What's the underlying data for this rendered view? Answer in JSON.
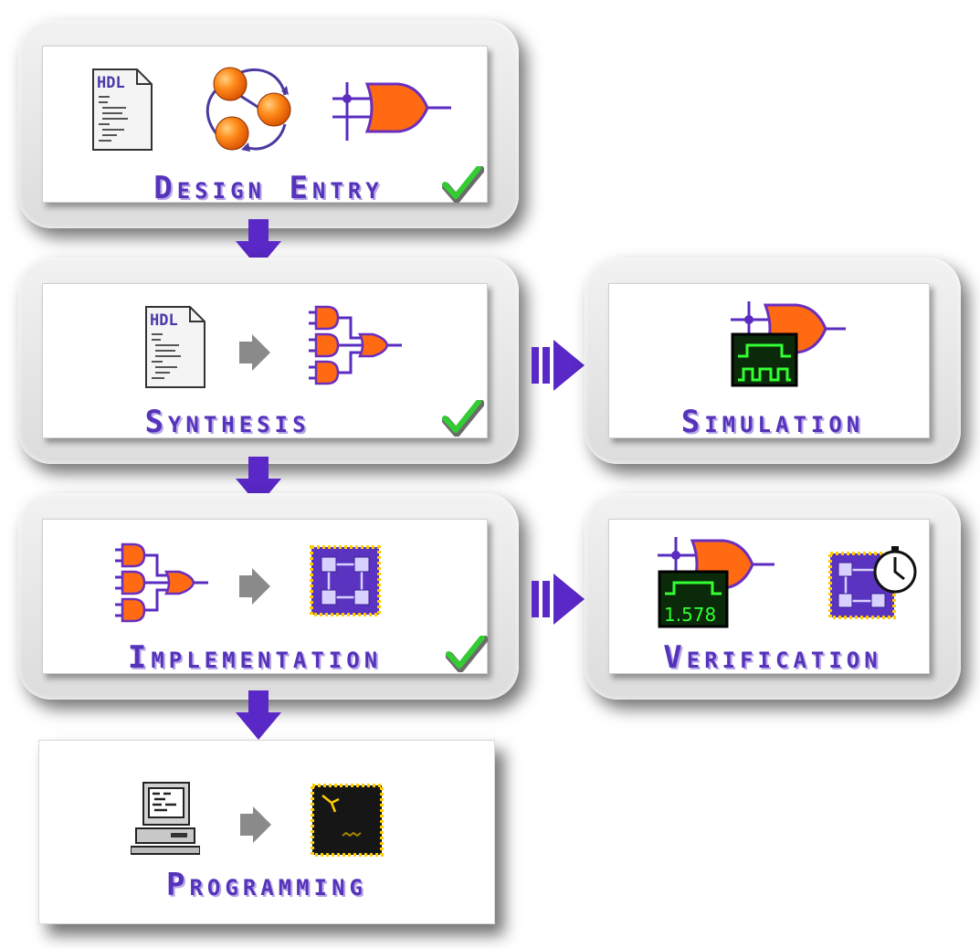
{
  "stages": {
    "design_entry": {
      "label": "Design Entry",
      "complete": true
    },
    "synthesis": {
      "label": "Synthesis",
      "complete": true
    },
    "simulation": {
      "label": "Simulation"
    },
    "implementation": {
      "label": "Implementation",
      "complete": true
    },
    "verification": {
      "label": "Verification"
    },
    "programming": {
      "label": "Programming"
    }
  },
  "icons": {
    "hdl_text": "HDL",
    "timing_value": "1.578"
  },
  "colors": {
    "label": "#5533bb",
    "gate_fill": "#ff6a13",
    "gate_outline": "#6a2fbf",
    "flow_arrow": "#5a28c6",
    "check": "#33cc33",
    "chip": "#5a34c0",
    "scope_bg": "#0a2a0a",
    "scope_trace": "#33ff33"
  }
}
